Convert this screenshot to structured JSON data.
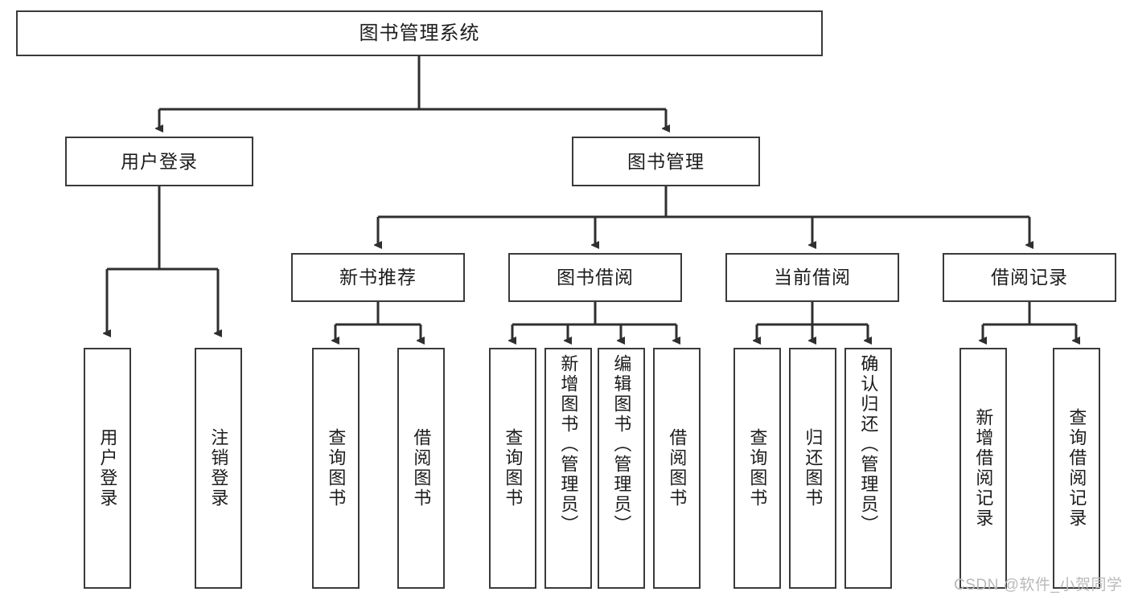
{
  "diagram": {
    "type": "tree-hierarchy",
    "title": "图书管理系统",
    "root": {
      "id": "root",
      "label": "图书管理系统"
    },
    "level2": [
      {
        "id": "user-login",
        "label": "用户登录"
      },
      {
        "id": "book-manage",
        "label": "图书管理"
      }
    ],
    "level3": [
      {
        "id": "new-book-recommend",
        "label": "新书推荐",
        "parent": "book-manage"
      },
      {
        "id": "book-borrow",
        "label": "图书借阅",
        "parent": "book-manage"
      },
      {
        "id": "current-borrow",
        "label": "当前借阅",
        "parent": "book-manage"
      },
      {
        "id": "borrow-record",
        "label": "借阅记录",
        "parent": "book-manage"
      }
    ],
    "leaves": [
      {
        "id": "leaf-user-login",
        "label": "用户登录",
        "parent": "user-login"
      },
      {
        "id": "leaf-logout",
        "label": "注销登录",
        "parent": "user-login"
      },
      {
        "id": "leaf-query-book-1",
        "label": "查询图书",
        "parent": "new-book-recommend"
      },
      {
        "id": "leaf-borrow-book-1",
        "label": "借阅图书",
        "parent": "new-book-recommend"
      },
      {
        "id": "leaf-query-book-2",
        "label": "查询图书",
        "parent": "book-borrow"
      },
      {
        "id": "leaf-add-book",
        "label": "新增图书（管理员）",
        "parent": "book-borrow"
      },
      {
        "id": "leaf-edit-book",
        "label": "编辑图书（管理员）",
        "parent": "book-borrow"
      },
      {
        "id": "leaf-borrow-book-2",
        "label": "借阅图书",
        "parent": "book-borrow"
      },
      {
        "id": "leaf-query-book-3",
        "label": "查询图书",
        "parent": "current-borrow"
      },
      {
        "id": "leaf-return-book",
        "label": "归还图书",
        "parent": "current-borrow"
      },
      {
        "id": "leaf-confirm-return",
        "label": "确认归还（管理员）",
        "parent": "current-borrow"
      },
      {
        "id": "leaf-add-record",
        "label": "新增借阅记录",
        "parent": "borrow-record"
      },
      {
        "id": "leaf-query-record",
        "label": "查询借阅记录",
        "parent": "borrow-record"
      }
    ],
    "watermark": "CSDN @软件_小贺同学",
    "colors": {
      "background": "#ffffff",
      "box_border": "#3a3a3a",
      "box_fill": "#ffffff",
      "text": "#1c1c1c",
      "connector": "#2f2f2f",
      "watermark": "#b9b9b9"
    }
  }
}
